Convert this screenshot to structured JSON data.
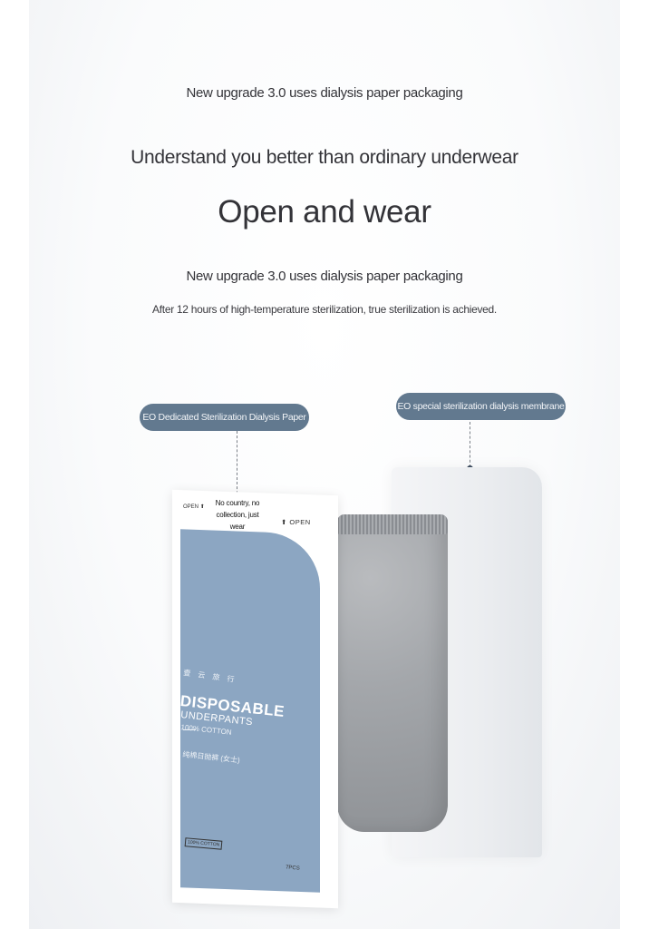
{
  "heading": {
    "line1": "New upgrade 3.0 uses dialysis paper packaging",
    "line2": "Understand you better than ordinary underwear",
    "line3": "Open and wear",
    "line4": "New upgrade 3.0 uses dialysis paper packaging",
    "line5": "After 12 hours of high-temperature sterilization, true sterilization is achieved."
  },
  "labels": {
    "left_pill": "EO Dedicated Sterilization Dialysis Paper",
    "right_pill": "EO special sterilization dialysis membrane",
    "callout": "No country, no collection, just wear"
  },
  "package": {
    "open_small": "OPEN ⬆",
    "open": "⬆ OPEN",
    "chinese_brand": "壹 云 旅 行",
    "title": "DISPOSABLE",
    "subtitle": "UNDERPANTS",
    "material": "100% COTTON",
    "chinese_name": "纯棉日抛裤 (女士)",
    "bottom_left": "100% COTTON",
    "count": "7PCS"
  },
  "colors": {
    "pill": "#62798f",
    "package_blue": "#8ca6c2",
    "fabric_gray": "#a4a7ab"
  }
}
